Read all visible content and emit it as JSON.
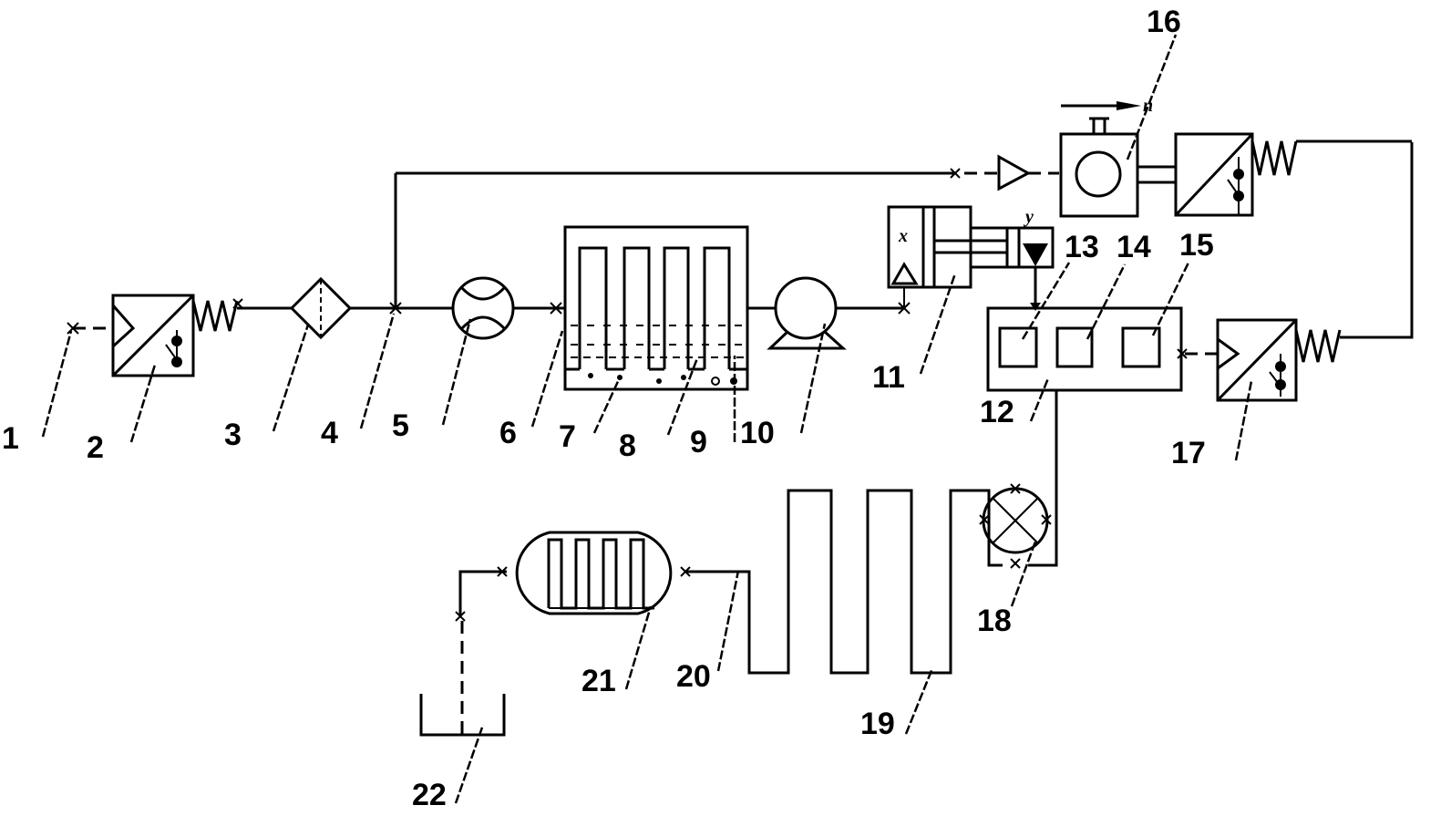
{
  "diagram": {
    "type": "process flow schematic",
    "components": [
      {
        "id": "1",
        "label": "1"
      },
      {
        "id": "2",
        "label": "2"
      },
      {
        "id": "3",
        "label": "3"
      },
      {
        "id": "4",
        "label": "4"
      },
      {
        "id": "5",
        "label": "5"
      },
      {
        "id": "6",
        "label": "6"
      },
      {
        "id": "7",
        "label": "7"
      },
      {
        "id": "8",
        "label": "8"
      },
      {
        "id": "9",
        "label": "9"
      },
      {
        "id": "10",
        "label": "10"
      },
      {
        "id": "11",
        "label": "11"
      },
      {
        "id": "12",
        "label": "12"
      },
      {
        "id": "13",
        "label": "13"
      },
      {
        "id": "14",
        "label": "14"
      },
      {
        "id": "15",
        "label": "15"
      },
      {
        "id": "16",
        "label": "16"
      },
      {
        "id": "17",
        "label": "17"
      },
      {
        "id": "18",
        "label": "18"
      },
      {
        "id": "19",
        "label": "19"
      },
      {
        "id": "20",
        "label": "20"
      },
      {
        "id": "21",
        "label": "21"
      },
      {
        "id": "22",
        "label": "22"
      }
    ],
    "symbols": {
      "cylinder_x": "x",
      "cylinder_y": "y",
      "motor_n": "n"
    }
  }
}
